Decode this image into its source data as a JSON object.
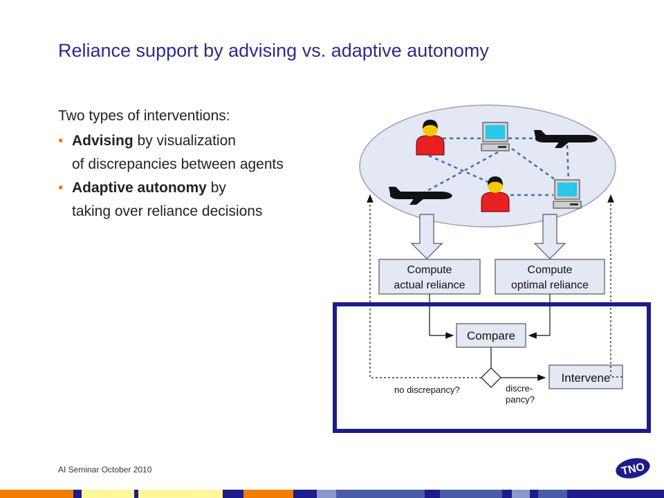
{
  "slide": {
    "title": "Reliance support by advising vs. adaptive autonomy",
    "intro": "Two types of interventions:",
    "bullets": [
      {
        "bold": "Advising",
        "rest": " by visualization",
        "line2": "of discrepancies between agents"
      },
      {
        "bold": "Adaptive autonomy",
        "rest": " by",
        "line2": "taking over reliance decisions"
      }
    ],
    "bullet_symbol": "•",
    "footer": "AI Seminar October 2010",
    "logo_text": "TNO"
  },
  "diagram": {
    "boxes": {
      "actual": {
        "line1": "Compute",
        "line2": "actual reliance"
      },
      "optimal": {
        "line1": "Compute",
        "line2": "optimal reliance"
      },
      "compare": "Compare",
      "intervene": "Intervene"
    },
    "labels": {
      "no_discrepancy": "no discrepancy?",
      "discrepancy_line1": "discre-",
      "discrepancy_line2": "pancy?"
    },
    "icons": [
      "person-icon",
      "computer-icon",
      "airplane-icon",
      "airplane-icon",
      "person-icon",
      "computer-icon"
    ]
  },
  "colors": {
    "title": "#2b2b8c",
    "bullet": "#f07c00",
    "highlight_frame": "#1c1c8a",
    "ellipse_fill": "#e4e8f4",
    "network_lines": "#3a6fb5",
    "person": "#e82020",
    "footer_bar": [
      "#f07c00",
      "#fff799",
      "#1c1c8a",
      "#5a6db5"
    ]
  }
}
